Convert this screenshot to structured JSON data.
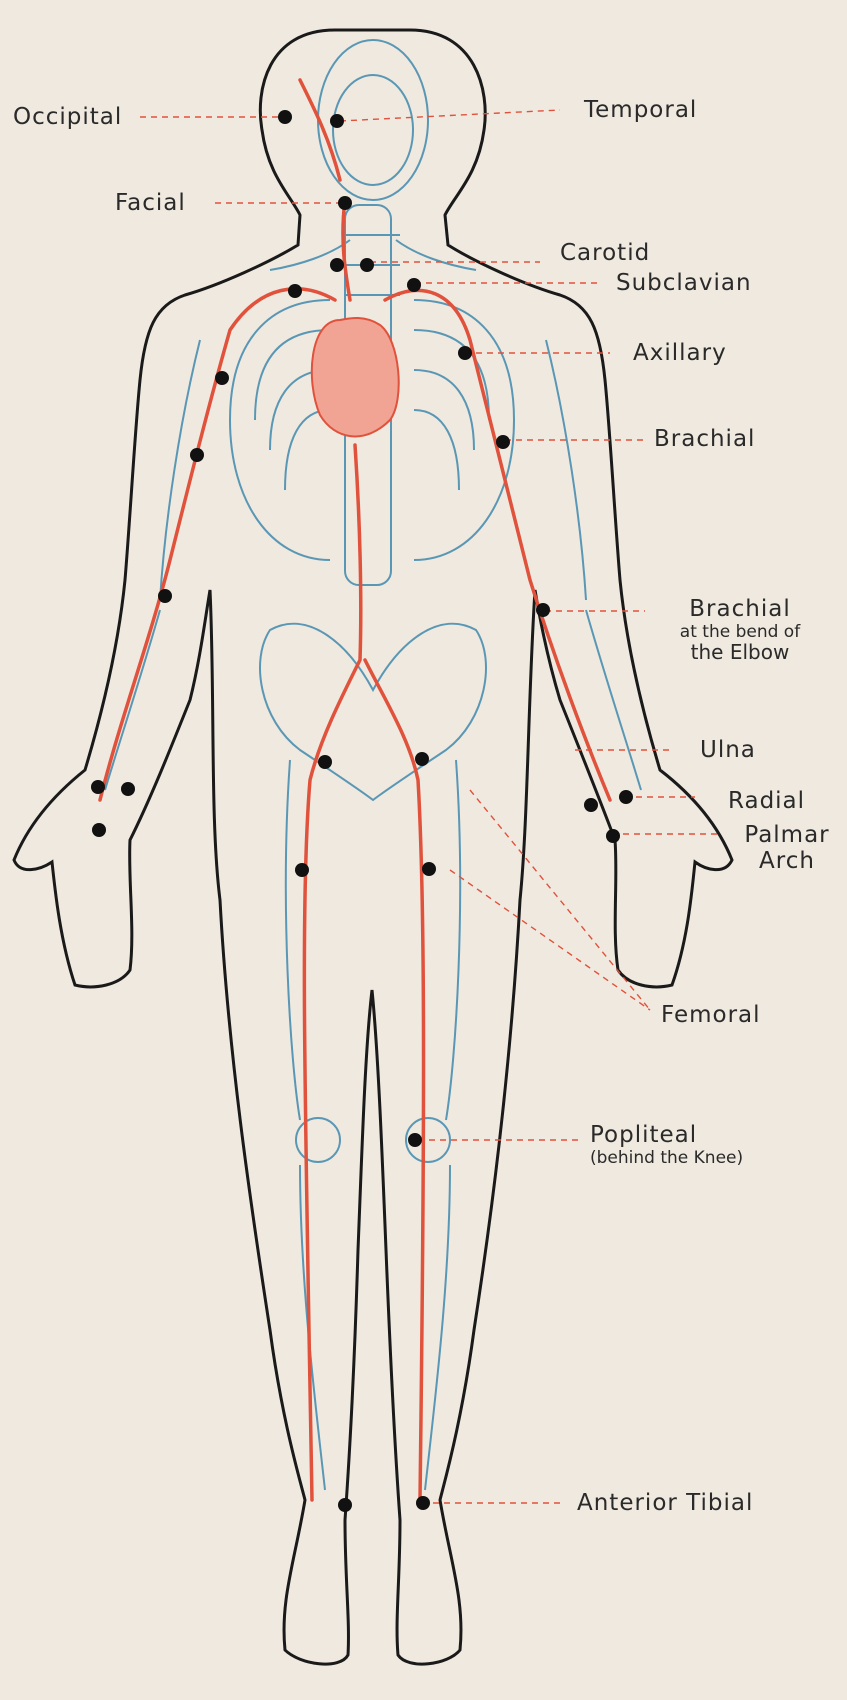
{
  "accent": {
    "outline": "#1a1a1a",
    "bone": "#5a97b5",
    "artery": "#e0523c",
    "dot": "#111111",
    "paper": "#efe9df"
  },
  "labels": {
    "occipital": "Occipital",
    "temporal": "Temporal",
    "facial": "Facial",
    "carotid": "Carotid",
    "subclavian": "Subclavian",
    "axillary": "Axillary",
    "brachial": "Brachial",
    "brachial_elbow": "Brachial",
    "brachial_elbow_sub1": "at the bend of",
    "brachial_elbow_sub2": "the Elbow",
    "ulna": "Ulna",
    "radial": "Radial",
    "palmar1": "Palmar",
    "palmar2": "Arch",
    "femoral": "Femoral",
    "popliteal": "Popliteal",
    "popliteal_sub": "(behind the Knee)",
    "anterior_tibial": "Anterior Tibial"
  }
}
